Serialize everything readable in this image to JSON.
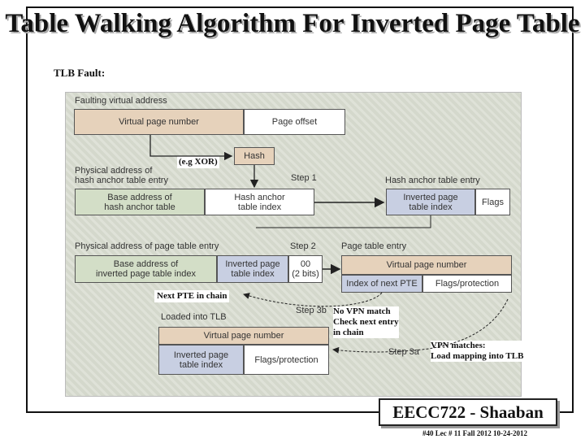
{
  "title": "Table Walking Algorithm For Inverted Page Table",
  "side_label": "TLB Fault:",
  "diagram": {
    "faulting_label": "Faulting virtual address",
    "vpn": "Virtual page number",
    "page_offset": "Page offset",
    "hash": "Hash",
    "hash_note": "(e.g XOR)",
    "phys_anchor_label": "Physical address of\nhash anchor table entry",
    "step1": "Step 1",
    "hat_entry_label": "Hash anchor table entry",
    "base_hat": "Base address of\nhash anchor table",
    "hat_index": "Hash anchor\ntable index",
    "ipt_index": "Inverted page\ntable index",
    "flags": "Flags",
    "phys_pte_label": "Physical address of page table entry",
    "step2": "Step 2",
    "pte_label": "Page table entry",
    "base_ipt": "Base address of\ninverted page table index",
    "ipt_index2": "Inverted page\ntable index",
    "bits00": "00\n(2 bits)",
    "pte_vpn": "Virtual page number",
    "next_index": "Index of next PTE",
    "flags_prot": "Flags/protection",
    "next_pte_note": "Next PTE in chain",
    "loaded_label": "Loaded into TLB",
    "step3b": "Step 3b",
    "step3a": "Step 3a",
    "no_match_note": "No VPN match\nCheck next entry\nin chain",
    "match_note": "VPN matches:\nLoad mapping into TLB",
    "tlb_vpn": "Virtual page number",
    "tlb_ipt": "Inverted page\ntable index",
    "tlb_flags": "Flags/protection"
  },
  "footer": {
    "course": "EECC722 - Shaaban",
    "sub": "#40   Lec # 11   Fall 2012  10-24-2012"
  }
}
